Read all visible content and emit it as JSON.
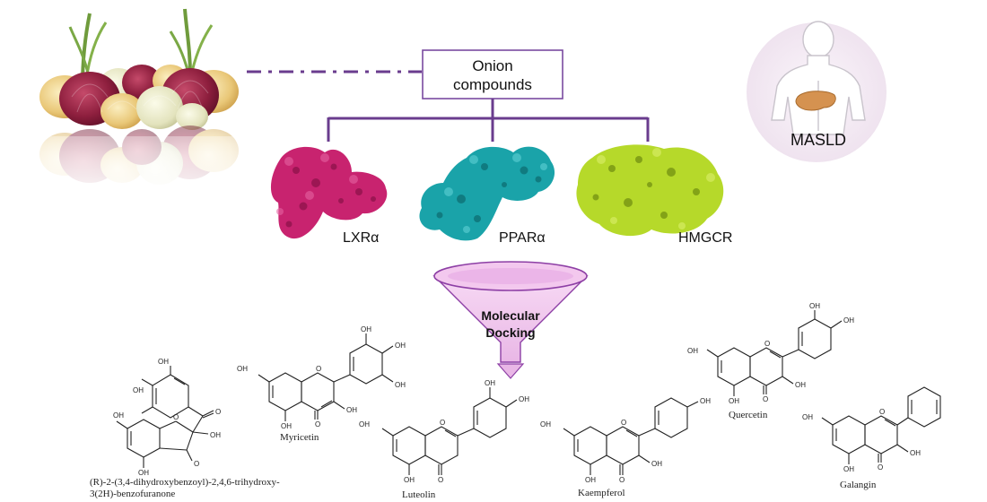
{
  "onion_compounds_box": {
    "line1": "Onion",
    "line2": "compounds"
  },
  "proteins": [
    {
      "label": "LXRα",
      "color": "#c8236f"
    },
    {
      "label": "PPARα",
      "color": "#1aa3a9"
    },
    {
      "label": "HMGCR",
      "color": "#b6d92a"
    }
  ],
  "disease": {
    "label": "MASLD"
  },
  "funnel": {
    "line1": "Molecular",
    "line2": "Docking"
  },
  "compounds": {
    "benzofuranone": {
      "line1": "(R)-2-(3,4-dihydroxybenzoyl)-2,4,6-trihydroxy-",
      "line2": "3(2H)-benzofuranone"
    },
    "myricetin": "Myricetin",
    "luteolin": "Luteolin",
    "kaempferol": "Kaempferol",
    "quercetin": "Quercetin",
    "galangin": "Galangin"
  },
  "atom_labels": {
    "OH": "OH",
    "O": "O"
  },
  "colors": {
    "connector": "#6a3c8e",
    "box_border": "#7a4aa0",
    "funnel_fill": "#f3c8ee",
    "funnel_rim": "#8d3fa5"
  }
}
